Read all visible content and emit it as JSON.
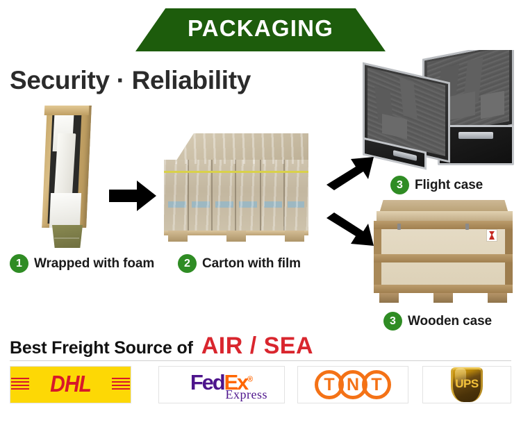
{
  "banner": {
    "title": "PACKAGING",
    "bg_color": "#1d5c0c",
    "text_color": "#ffffff"
  },
  "headline": "Security · Reliability",
  "steps": [
    {
      "number": "1",
      "label": "Wrapped with foam",
      "image": "open-wooden-crate-with-white-foam-padding"
    },
    {
      "number": "2",
      "label": "Carton with film",
      "image": "pallet-of-cartons-wrapped-in-shrink-film-with-yellow-straps"
    },
    {
      "number": "3",
      "label": "Flight case",
      "image": "two-black-aluminium-flight-cases-with-grey-foam-inserts"
    },
    {
      "number": "3",
      "label": "Wooden case",
      "image": "plywood-wooden-shipping-crate-with-fragile-label"
    }
  ],
  "arrows": [
    {
      "name": "arrow-step1-to-step2",
      "direction": "right"
    },
    {
      "name": "arrow-step2-to-flight-case",
      "direction": "up-right"
    },
    {
      "name": "arrow-step2-to-wooden-case",
      "direction": "down-right"
    }
  ],
  "freight": {
    "prefix": "Best Freight Source of",
    "highlight": "AIR / SEA",
    "prefix_color": "#111111",
    "highlight_color": "#d9262e"
  },
  "logos": [
    {
      "name": "dhl",
      "text": "DHL",
      "bg_color": "#fdd805",
      "text_color": "#d7182a"
    },
    {
      "name": "fedex",
      "part1": "Fed",
      "part2": "Ex",
      "registered": "®",
      "subtext": "Express",
      "color1": "#4d148c",
      "color2": "#ff6600"
    },
    {
      "name": "tnt",
      "letters": [
        "T",
        "N",
        "T"
      ],
      "color": "#f47216"
    },
    {
      "name": "ups",
      "text": "UPS",
      "shield_color": "#4a3208",
      "text_color": "#f3c13a"
    }
  ],
  "colors": {
    "badge_green": "#2f8c24",
    "banner_green": "#1d5c0c",
    "accent_red": "#d9262e"
  }
}
